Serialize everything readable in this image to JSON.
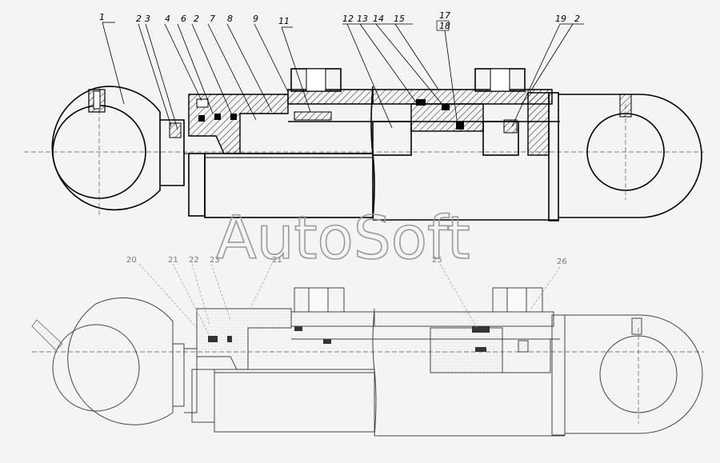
{
  "watermark": "AutoSoft",
  "top_callouts": [
    {
      "id": "c1",
      "text": "1"
    },
    {
      "id": "c2a",
      "text": "2"
    },
    {
      "id": "c3",
      "text": "3"
    },
    {
      "id": "c4",
      "text": "4"
    },
    {
      "id": "c6",
      "text": "6"
    },
    {
      "id": "c2b",
      "text": "2"
    },
    {
      "id": "c7",
      "text": "7"
    },
    {
      "id": "c8",
      "text": "8"
    },
    {
      "id": "c9",
      "text": "9"
    },
    {
      "id": "c11",
      "text": "11"
    },
    {
      "id": "c12",
      "text": "12"
    },
    {
      "id": "c13",
      "text": "13"
    },
    {
      "id": "c14",
      "text": "14"
    },
    {
      "id": "c15",
      "text": "15"
    },
    {
      "id": "c17",
      "text": "17"
    },
    {
      "id": "c18",
      "text": "18"
    },
    {
      "id": "c19",
      "text": "19"
    },
    {
      "id": "c2c",
      "text": "2"
    }
  ],
  "bottom_callouts": [
    {
      "id": "c20",
      "text": "20"
    },
    {
      "id": "c21a",
      "text": "21"
    },
    {
      "id": "c22",
      "text": "22"
    },
    {
      "id": "c23",
      "text": "23"
    },
    {
      "id": "c21b",
      "text": "21"
    },
    {
      "id": "c25",
      "text": "25"
    },
    {
      "id": "c26",
      "text": "26"
    }
  ]
}
